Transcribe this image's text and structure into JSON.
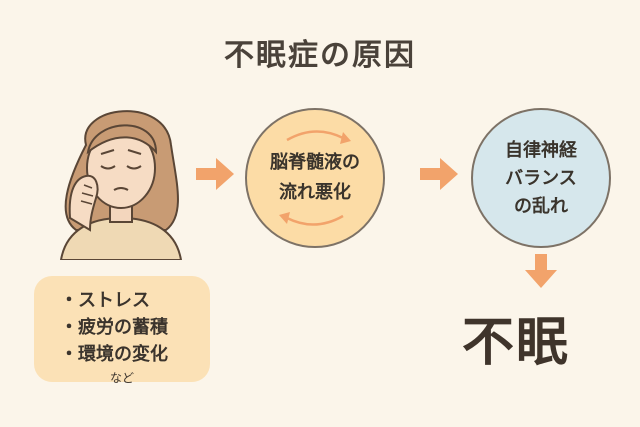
{
  "title": "不眠症の原因",
  "causes": {
    "items": [
      "・ストレス",
      "・疲労の蓄積",
      "・環境の変化"
    ],
    "note": "など"
  },
  "step1": {
    "lines": [
      "脳脊髄液の",
      "流れ悪化"
    ]
  },
  "step2": {
    "lines": [
      "自律神経",
      "バランス",
      "の乱れ"
    ]
  },
  "result": "不眠",
  "colors": {
    "background": "#fbf5ea",
    "arrow": "#f2a36b",
    "causes_box": "#fbe1b6",
    "step1_fill": "#fcdca6",
    "step2_fill": "#d6e7ec"
  },
  "icons": {
    "person": "worried-woman-illustration",
    "cycle": "circular-arrows-icon",
    "arrow": "right-arrow-icon"
  }
}
